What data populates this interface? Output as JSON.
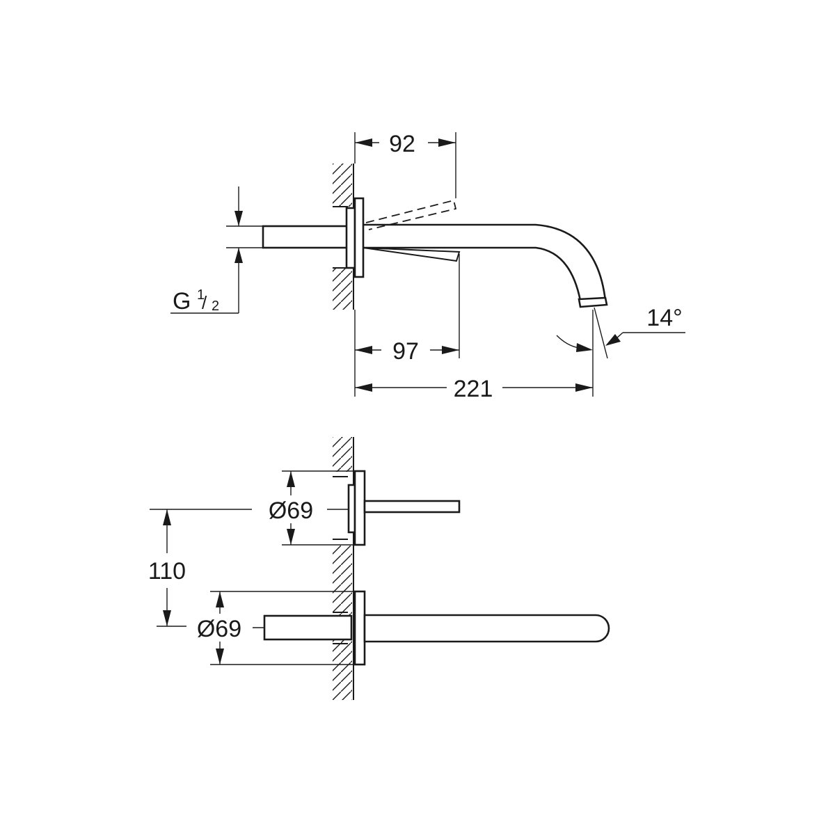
{
  "side_view": {
    "dim_depth_lever": "92",
    "dim_lever_length": "97",
    "dim_projection": "221",
    "dim_angle": "14°",
    "thread_label": "G",
    "thread_numerator": "1",
    "thread_denominator": "2"
  },
  "front_view": {
    "dim_diameter_upper": "Ø69",
    "dim_diameter_lower": "Ø69",
    "dim_center_distance": "110"
  }
}
